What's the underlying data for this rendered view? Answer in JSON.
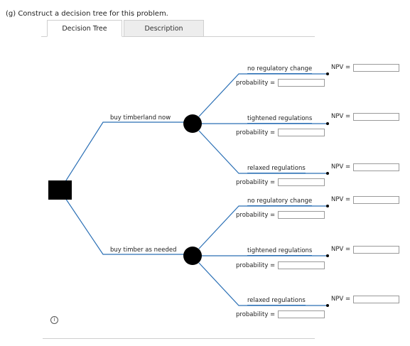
{
  "prompt": "(g)  Construct a decision tree for this problem.",
  "tabs": [
    {
      "label": "Decision Tree",
      "active": true
    },
    {
      "label": "Description",
      "active": false
    }
  ],
  "decisions": [
    {
      "label": "buy timberland now"
    },
    {
      "label": "buy timber as needed"
    }
  ],
  "outcomes": [
    {
      "label": "no regulatory change",
      "probability_label": "probability =",
      "npv_label": "NPV =",
      "probability_value": "",
      "npv_value": ""
    },
    {
      "label": "tightened regulations",
      "probability_label": "probability =",
      "npv_label": "NPV =",
      "probability_value": "",
      "npv_value": ""
    },
    {
      "label": "relaxed regulations",
      "probability_label": "probability =",
      "npv_label": "NPV =",
      "probability_value": "",
      "npv_value": ""
    },
    {
      "label": "no regulatory change",
      "probability_label": "probability =",
      "npv_label": "NPV =",
      "probability_value": "",
      "npv_value": ""
    },
    {
      "label": "tightened regulations",
      "probability_label": "probability =",
      "npv_label": "NPV =",
      "probability_value": "",
      "npv_value": ""
    },
    {
      "label": "relaxed regulations",
      "probability_label": "probability =",
      "npv_label": "NPV =",
      "probability_value": "",
      "npv_value": ""
    }
  ],
  "info_icon": "info-icon",
  "colors": {
    "branch": "#2a6fb5",
    "node": "#000000"
  }
}
